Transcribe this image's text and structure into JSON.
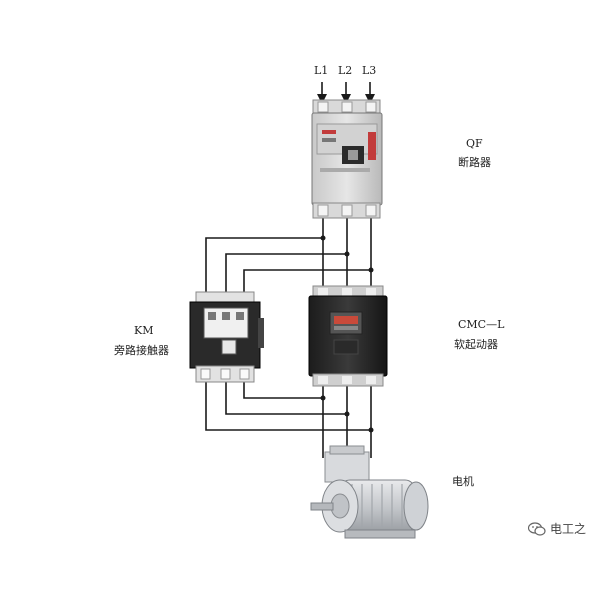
{
  "phases": [
    "L1",
    "L2",
    "L3"
  ],
  "breaker": {
    "code": "QF",
    "name": "断路器"
  },
  "soft_starter": {
    "code": "CMC—L",
    "name": "软起动器"
  },
  "contactor": {
    "code": "KM",
    "name": "旁路接触器"
  },
  "motor": {
    "name": "电机"
  },
  "watermark": {
    "text": "电工之"
  },
  "icons": [
    "wechat-icon"
  ]
}
